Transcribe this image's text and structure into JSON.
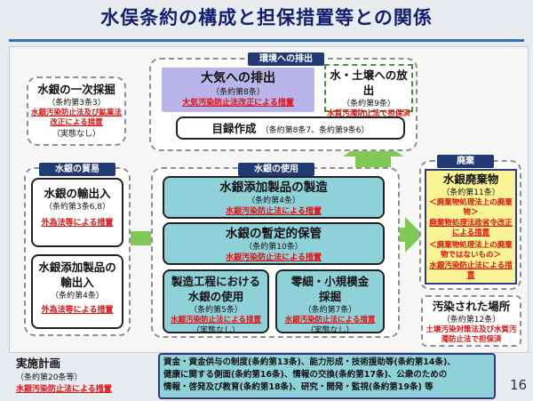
{
  "title": "水俣条約の構成と担保措置等との関係",
  "page_number": "16",
  "sections": {
    "environment_release": "環境への排出",
    "trade": "水銀の貿易",
    "use": "水銀の使用",
    "waste": "廃棄"
  },
  "mining": {
    "title": "水銀の一次採掘",
    "article": "（条約第3条3）",
    "measure": "水銀汚染防止法及び鉱業法改正による措置",
    "note": "（実態なし）"
  },
  "air": {
    "title": "大気への排出",
    "article": "（条約第8条）",
    "measure": "大気汚染防止法改正による措置"
  },
  "water": {
    "title": "水・土壌への放出",
    "article": "（条約第9条）",
    "measure": "水質汚濁防止法で担保済"
  },
  "inventory": {
    "title": "目録作成",
    "article": "（条約第8条7、条約第9条6）"
  },
  "export_import": {
    "title": "水銀の輸出入",
    "article": "（条約第3条6,8）",
    "measure": "外為法等による措置"
  },
  "product_trade": {
    "title": "水銀添加製品の輸出入",
    "article": "（条約第4条）",
    "measure": "外為法等による措置"
  },
  "products": {
    "title": "水銀添加製品の製造",
    "article": "（条約第4条）",
    "measure": "水銀汚染防止法による措置"
  },
  "storage": {
    "title": "水銀の暫定的保管",
    "article": "（条約第10条）",
    "measure": "水銀汚染防止法による措置"
  },
  "process": {
    "title": "製造工程における水銀の使用",
    "article": "（条約第5条）",
    "measure": "水銀汚染防止法による措置",
    "note": "（実態なし）"
  },
  "asgm": {
    "title": "零細・小規模金採掘",
    "article": "（条約第7条）",
    "measure": "水銀汚染防止法による措置",
    "note": "（実態なし）"
  },
  "waste": {
    "title": "水銀廃棄物",
    "article": "（条約第11条）",
    "measure1": "＜廃棄物処理法上の廃棄物＞",
    "measure1b": "廃棄物処理法政省令改正による措置",
    "measure2": "＜廃棄物処理法上の廃棄物ではないもの＞",
    "measure2b": "水銀汚染防止法による措置"
  },
  "contaminated": {
    "title": "汚染された場所",
    "article": "（条約第12条）",
    "measure": "土壌汚染対策法及び水質汚濁防止法で担保済"
  },
  "plan": {
    "title": "実施計画",
    "article": "（条約第20条等）",
    "measure": "水銀汚染防止法による措置"
  },
  "bottom": {
    "line1": "資金・資金供与の制度(条約第13条)、能力形成・技術援助等(条約第14条)、",
    "line2": "健康に関する側面(条約第16条)、情報の交換(条約第17条)、公衆のための",
    "line3": "情報・啓発及び教育(条約第18条)、研究・開発・監視(条約第19条)",
    "suffix": "等"
  },
  "colors": {
    "navy": "#223a73",
    "teal": "#8fd1d9",
    "lilac": "#b9b4ea",
    "yellow": "#f8f494",
    "red": "#e01010",
    "green_arrow": "#82c857"
  }
}
